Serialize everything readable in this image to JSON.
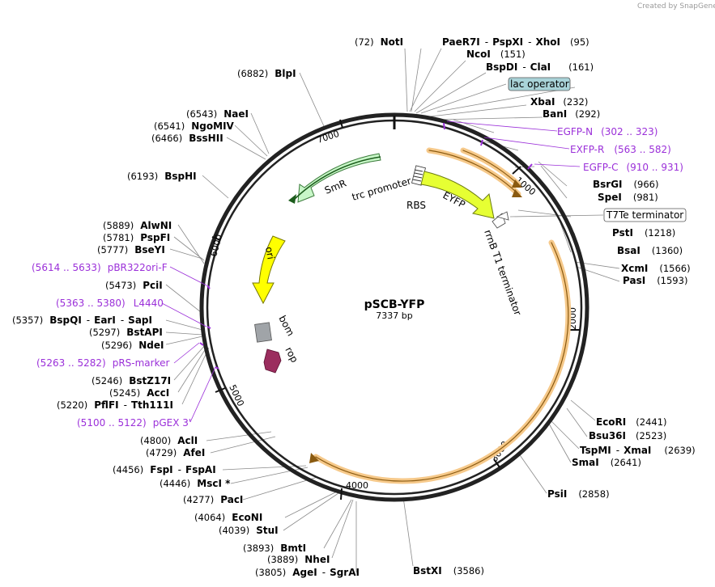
{
  "credit": "Created by SnapGene",
  "plasmid": {
    "name": "pSCB-YFP",
    "size": "7337 bp"
  },
  "ticks": [
    "1000",
    "2000",
    "3000",
    "4000",
    "5000",
    "6000",
    "7000"
  ],
  "sites": [
    {
      "pos": "(72)",
      "name": "NotI"
    },
    {
      "name": "PaeR7I",
      "name2": "PspXI",
      "name3": "XhoI",
      "pos": "(95)"
    },
    {
      "name": "NcoI",
      "pos": "(151)"
    },
    {
      "name": "BspDI",
      "name2": "ClaI",
      "pos": "(161)"
    },
    {
      "name": "XbaI",
      "pos": "(232)"
    },
    {
      "name": "BanI",
      "pos": "(292)"
    },
    {
      "name": "BsrGI",
      "pos": "(966)"
    },
    {
      "name": "SpeI",
      "pos": "(981)"
    },
    {
      "name": "PstI",
      "pos": "(1218)"
    },
    {
      "name": "BsaI",
      "pos": "(1360)"
    },
    {
      "name": "XcmI",
      "pos": "(1566)"
    },
    {
      "name": "PasI",
      "pos": "(1593)"
    },
    {
      "name": "EcoRI",
      "pos": "(2441)"
    },
    {
      "name": "Bsu36I",
      "pos": "(2523)"
    },
    {
      "name": "TspMI",
      "name2": "XmaI",
      "pos": "(2639)"
    },
    {
      "name": "SmaI",
      "pos": "(2641)"
    },
    {
      "name": "PsiI",
      "pos": "(2858)"
    },
    {
      "name": "BstXI",
      "pos": "(3586)"
    },
    {
      "pos": "(3805)",
      "name": "AgeI",
      "name2": "SgrAI"
    },
    {
      "pos": "(3889)",
      "name": "NheI"
    },
    {
      "pos": "(3893)",
      "name": "BmtI"
    },
    {
      "pos": "(4039)",
      "name": "StuI"
    },
    {
      "pos": "(4064)",
      "name": "EcoNI"
    },
    {
      "pos": "(4277)",
      "name": "PacI"
    },
    {
      "pos": "(4446)",
      "name": "MscI *"
    },
    {
      "pos": "(4456)",
      "name": "FspI",
      "name2": "FspAI"
    },
    {
      "pos": "(4729)",
      "name": "AfeI"
    },
    {
      "pos": "(4800)",
      "name": "AclI"
    },
    {
      "pos": "(5220)",
      "name": "PflFI",
      "name2": "Tth111I"
    },
    {
      "pos": "(5245)",
      "name": "AccI"
    },
    {
      "pos": "(5246)",
      "name": "BstZ17I"
    },
    {
      "pos": "(5296)",
      "name": "NdeI"
    },
    {
      "pos": "(5297)",
      "name": "BstAPI"
    },
    {
      "pos": "(5357)",
      "name": "BspQI",
      "name2": "EarI",
      "name3": "SapI"
    },
    {
      "pos": "(5473)",
      "name": "PciI"
    },
    {
      "pos": "(5777)",
      "name": "BseYI"
    },
    {
      "pos": "(5781)",
      "name": "PspFI"
    },
    {
      "pos": "(5889)",
      "name": "AlwNI"
    },
    {
      "pos": "(6193)",
      "name": "BspHI"
    },
    {
      "pos": "(6466)",
      "name": "BssHII"
    },
    {
      "pos": "(6541)",
      "name": "NgoMIV"
    },
    {
      "pos": "(6543)",
      "name": "NaeI"
    },
    {
      "pos": "(6882)",
      "name": "BlpI"
    }
  ],
  "primers": [
    {
      "name": "EGFP-N",
      "range": "(302 .. 323)"
    },
    {
      "name": "EXFP-R",
      "range": "(563 .. 582)"
    },
    {
      "name": "EGFP-C",
      "range": "(910 .. 931)"
    },
    {
      "range": "(5614 .. 5633)",
      "name": "pBR322ori-F"
    },
    {
      "range": "(5363 .. 5380)",
      "name": "L4440"
    },
    {
      "range": "(5263 .. 5282)",
      "name": "pRS-marker"
    },
    {
      "range": "(5100 .. 5122)",
      "name": "pGEX 3'"
    }
  ],
  "boxed": {
    "lac_operator": "lac operator",
    "t7te": "T7Te terminator"
  },
  "features": {
    "smr": "SmR",
    "trc": "trc promoter",
    "rbs": "RBS",
    "eyfp": "EYFP",
    "rrnb": "rrnB T1 terminator",
    "ori": "ori",
    "bom": "bom",
    "rop": "rop"
  },
  "colors": {
    "primer": "#9b30d9",
    "orf_orange": "#f0a030",
    "eyfp": "#e6ff33",
    "smr": "#c8f7c8",
    "ori": "#ffff00",
    "rop": "#9b2d5e",
    "bom": "#a0a4a8"
  }
}
